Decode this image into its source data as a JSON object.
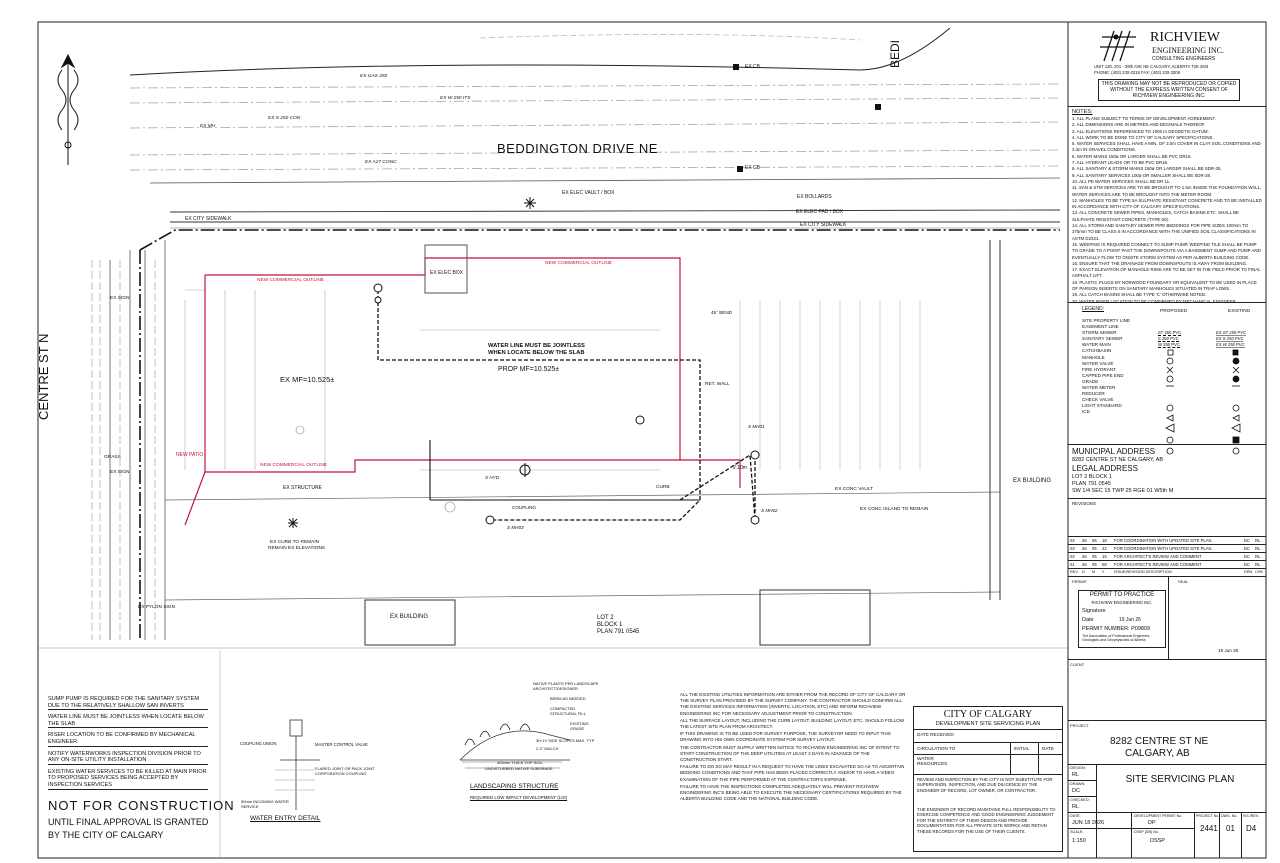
{
  "drawing": {
    "streets": {
      "beddington": "BEDDINGTON DRIVE NE",
      "centre": "CENTRE ST N",
      "bedi": "BEDI"
    },
    "labels": {
      "ex_mf": "EX MF=10.525±",
      "prop_mf": "PROP MF=10.525±",
      "jointless_1": "WATER LINE MUST BE JOINTLESS",
      "jointless_2": "WHEN LOCATE BELOW THE SLAB",
      "new_commercial_outline": "NEW COMMERCIAL OUTLINE",
      "new_patio": "NEW PATIO",
      "ex_elec_box": "EX ELEC BOX",
      "ex_city_sidewalk": "EX CITY SIDEWALK",
      "ex_elec_vault": "EX ELEC VAULT / BOX",
      "ex_bollards": "EX BOLLARDS",
      "ex_elec_pad": "EX ELEC PAD / BOX",
      "ex_building_1": "EX BUILDING",
      "ex_building_2": "EX BUILDING",
      "ex_structure": "EX STRUCTURE",
      "ex_sign": "EX SIGN",
      "ex_pylon": "EX PYLON SIGN",
      "curb_remain": "EX CURB TO REMAIN",
      "remain_elev": "REMAIN EX ELEVATIONS",
      "ex_conc_vault": "EX CONC VAULT",
      "ex_conc_island": "EX CONC ISLAND TO REMAIN",
      "ex_gas": "EX GAS 250",
      "ex_w250": "EX W 250 ITS",
      "ex_s250": "EX S 250 CON",
      "ex_a27": "EX A27 CONC",
      "ex_mh": "EX MH",
      "lot_1": "LOT 2",
      "lot_2": "BLOCK 1",
      "lot_3": "PLAN 791 0545",
      "grass": "GRASS",
      "ret_wall": "RET. WALL",
      "curb": "CURB",
      "coupling": "COUPLING",
      "bend": "45° BEND",
      "ex_cb": "EX CB",
      "s_mh01": "S MH01",
      "s_mh02": "S MH02",
      "s_mh03": "S MH03",
      "s_hyd": "S HYD",
      "ex_cb_elev": "EX CB",
      "dim": "2.10m"
    },
    "keynotes": [
      "SUMP PUMP IS REQUIRED FOR THE SANITARY SYSTEM DUE TO THE RELATIVELY SHALLOW SAN INVERTS",
      "WATER LINE MUST BE JOINTLESS WHEN LOCATE BELOW THE SLAB",
      "RISER LOCATION TO BE CONFIRMED BY MECHANICAL ENGINEER",
      "NOTIFY WATERWORKS INSPECTION DIVISION PRIOR TO ANY ON-SITE UTILITY INSTALLATION",
      "EXISTING WATER SERVICES TO BE KILLED AT MAIN PRIOR TO PROPOSED SERVICES BEING ACCEPTED BY INSPECTION SERVICES"
    ],
    "not_for_construction": "NOT FOR CONSTRUCTION",
    "approval_1": "UNTIL FINAL APPROVAL IS GRANTED",
    "approval_2": "BY THE CITY OF CALGARY",
    "details": {
      "water_entry": "WATER ENTRY DETAIL",
      "landscaping": "LANDSCAPING STRUCTURE",
      "coupling_union": "COUPLING UNION",
      "master_control": "MASTER CONTROL VALVE",
      "flared_joint": "FLARED JOINT OR PACK JOINT CORPORATION COUPLING",
      "incoming": "50mm INCOMING WATER SERVICE",
      "native_plants": "NATIVE PLANTS PER LANDSCAPE ARCHITECT/DESIGNER",
      "berm": "BERM AS NEEDED",
      "compacted": "COMPACTED STRUCTURAL FILL",
      "existing_grade": "EXISTING GRADE",
      "side_slopes": "3H:1V SIDE SLOPES MAX. TYP",
      "mulch": "2-3\" MULCH",
      "topsoil": "300mm THICK TOP SOIL",
      "subgrade": "UNDISTURBED NATIVE SUBGRADE",
      "req": "REQUIRED LOW IMPACT DEVELOPMENT (LID)"
    },
    "general_notes": [
      "ALL THE EXISTING UTILITIES INFORMATION ARE EITHER FROM THE RECORD OF CITY OF CALGARY OR THE SURVEY PLAN PROVIDED BY THE SURVEY COMPANY. THE CONTRACTOR SHOULD CONFIRM ALL THE EXISTING SERVICES INFORMATION (INVERTS, LOCATION, ETC) AND INFORM RICHVIEW ENGINEERING INC FOR NECESSARY ADJUSTMENT PRIOR TO CONSTRUCTION.",
      "ALL THE SURFACE LAYOUT, INCLUDING THE CURB LAYOUT, BUILDING LAYOUT, ETC. SHOULD FOLLOW THE LATEST SITE PLAN FROM ARCHITECT.",
      "IF THIS DRAWING IS TO BE USED FOR SURVEY PURPOSE, THE SURVEYOR NEED TO INPUT THIS DRAWING INTO HIS OWN COORDINATE SYSTEM FOR SURVEY LAYOUT.",
      "THE CONTRACTOR MUST SUPPLY WRITTEN NOTICE TO RICHVIEW ENGINEERING INC OF INTENT TO START CONSTRUCTION OF THE DEEP UTILITIES AT LEAST 3 DAYS IN ADVANCE OF THE CONSTRUCTION START.",
      "FAILURE TO DO SO MAY RESULT IN A REQUEST TO HAVE THE LINES EXCAVATED SO AS TO ASCERTAIN BEDDING CONDITIONS AND THAT PIPE HAS BEEN PLACED CORRECTLY AND/OR TO HAVE A VIDEO EXAMINATION OF THE PIPE PERFORMED AT THE CONTRACTOR'S EXPENSE.",
      "FAILURE TO HAVE THE INSPECTIONS COMPLETED ADEQUATELY WILL PREVENT RICHVIEW ENGINEERING INC'S BEING ABLE TO EXECUTE THE NECESSARY CERTIFICATIONS REQUIRED BY THE ALBERTA BUILDING CODE AND THE NATIONAL BUILDING CODE."
    ],
    "city_box": {
      "title": "CITY OF CALGARY",
      "subtitle": "DEVELOPMENT SITE SERVICING PLAN",
      "date_received": "DATE RECEIVED",
      "circulation_to": "CIRCULATION TO",
      "initial": "INITIAL",
      "date": "DATE",
      "water_resources": "WATER RESOURCES",
      "review_text": "REVIEW AND INSPECTION BY THE CITY IS NOT SUBSTITUTE FOR SUPERVISION, INSPECTION, AND DUE DILIGENCE BY THE ENGINEER OF RECORD, LOT OWNER, OR CONTRACTOR.",
      "engineer_text": "THE ENGINEER OF RECORD MAINTAINS FULL RESPONSIBILITY TO EXERCISE COMPETENCE AND GOOD ENGINEERING JUDGEMENT FOR THE ENTIRETY OF THEIR DESIGN AND PROVIDE DOCUMENTATION FOR ALL PRIVATE SITE WORKS AND RETAIN THESE RECORDS FOR THE USE OF THEIR CLIENTS."
    }
  },
  "title_block": {
    "company": "RICHVIEW",
    "company_sub": "ENGINEERING INC.",
    "consulting": "CONSULTING ENGINEERS",
    "address": "UNIT 130, 201 - 39th AVE NE CALGARY, ALBERTA T2E 2M3",
    "phone": "PHONE: (403) 230-3318 FAX: (403) 230-3308",
    "disclaimer": "THIS DRAWING MAY NOT BE REPRODUCED OR COPIED WITHOUT THE EXPRESS WRITTEN CONSENT OF RICHVIEW ENGINEERING INC.",
    "notes_title": "NOTES:",
    "notes": [
      "1. ALL PLANS SUBJECT TO TERMS OF DEVELOPMENT AGREEMENT.",
      "2. ALL DIMENSIONS ARE IN METRES AND DECIMALS THEREOF.",
      "3. ALL ELEVATIONS REFERENCED TO 1000 m GEODETIC DATUM.",
      "4. ALL WORK TO BE DONE TO CITY OF CALGARY SPECIFICATIONS.",
      "5. WATER SERVICES SHALL HAVE A MIN. OF 3.0m COVER IN CLAY SOIL CONDITIONS AND 3.3m IN GRAVEL CONDITIONS.",
      "6. WATER MAINS 150ø OR LARGER SHALL BE PVC DR18.",
      "7. ALL HYDRANT LEADS OR TO BE PVC DR18.",
      "8. ALL SANITARY & STORM MAINS 150ø OR LARGER SHALL BE SDR-35.",
      "9. ALL SANITARY SERVICES 100ø OR SMALLER SHALL BE SDR-28.",
      "10. ALL PE WATER SERVICES SHALL BE DR 11.",
      "11. SAN & STM SERVICES ARE TO BE BROUGHT TO 1.5m INSIDE THE FOUNDATION WALL, WATER SERVICES ARE TO BE BROUGHT INTO THE METER ROOM.",
      "12. MANHOLES TO BE TYPE 5A SULPHATE RESISTANT CONCRETE AND TO BE INSTALLED IN ACCORDANCE WITH CITY OF CALGARY SPECIFICATIONS.",
      "13. ALL CONCRETE SEWER PIPES, MANHOLES, CATCH BASINS ETC. SHALL BE SULPHATE RESISTANT CONCRETE (TYPE 50).",
      "14. ALL STORM AND SANITARY SEWER PIPE BEDDINGS FOR PIPE SIZES 100mm TO 375mm TO BE CLASS II IN ACCORDANCE WITH THE UNIFIED SOIL CLASSIFICATIONS IN ASTM D2321.",
      "15. WEEPING IS REQUIRED CONNECT TO SUMP PUMP, WEEPING TILE SHALL BE PUMP TO GRADE TO A POINT PAST THE DOWNSPOUTS VIA A BASEMENT SUMP AND PUMP AND EVENTUALLY FLOW TO ONSITE STORM SYSTEM AS PER ALBERTA BUILDING CODE.",
      "16. ENSURE THAT THE DRAINAGE FROM DOWNSPOUTS IS AWAY FROM BUILDING.",
      "17. EXACT ELEVATION OF MANHOLE RIMS ARE TO BE SET IN THE FIELD PRIOR TO FINAL ASPHALT LIFT.",
      "18. PLASTIC PLUGS BY NORWOOD FOUNDARY OR EQUIVALENT TO BE USED IN PLACE OF PARSON INSERTS ON SANITARY MANHOLES SITUATED IN TRAP LOWS.",
      "19. ALL CATCH BASINS SHALL BE TYPE 'C' OTHERWISE NOTED.",
      "20. WATER RISER LOCATION TO BE CONFIRMED BY MECHANICAL ENGINEER"
    ],
    "legend": {
      "title": "LEGEND:",
      "proposed": "PROPOSED",
      "existing": "EXISTING",
      "items": [
        "SITE PROPERTY LINE",
        "EASEMENT LINE",
        "STORM SEWER",
        "SANITARY SEWER",
        "WATER MAIN",
        "CATCHBASIN",
        "MANHOLE",
        "WATER VALVE",
        "FIRE HYDRANT",
        "CAPPED PIPE END",
        "GRADE",
        "WATER METER",
        "REDUCER",
        "CHECK VALVE",
        "LIGHT STANDARD",
        "ICD"
      ],
      "storm_prop": "ST 250 PVC",
      "storm_ex": "EX ST 250 PVC",
      "san_prop": "S 250 PVC",
      "san_ex": "EX S 250 PVC",
      "wat_prop": "W 250 PVC",
      "wat_ex": "EX W 250 PVC"
    },
    "municipal_title": "MUNICIPAL ADDRESS",
    "municipal": "8282 CENTRE ST NE CALGARY, AB",
    "legal_title": "LEGAL ADDRESS",
    "legal_1": "LOT 2 BLOCK 1",
    "legal_2": "PLAN 791 0545",
    "legal_3": "SW 1/4 SEC 15 TWP 25 RGE 01 W5th M",
    "revisions_title": "REVISIONS",
    "revisions": [
      {
        "no": "04",
        "d": "26",
        "m": "06",
        "y": "18",
        "desc": "FOR COORDINATION WITH UPDATED SITE PLAN",
        "by": "DC",
        "chk": "RL"
      },
      {
        "no": "03",
        "d": "26",
        "m": "05",
        "y": "22",
        "desc": "FOR COORDINATION WITH UPDATED SITE PLAN",
        "by": "DC",
        "chk": "RL"
      },
      {
        "no": "02",
        "d": "26",
        "m": "05",
        "y": "15",
        "desc": "FOR ARCHITECT'S REVIEW AND COMMENT",
        "by": "DC",
        "chk": "RL"
      },
      {
        "no": "01",
        "d": "26",
        "m": "05",
        "y": "08",
        "desc": "FOR ARCHITECT'S REVIEW AND COMMENT",
        "by": "DC",
        "chk": "RL"
      }
    ],
    "rev_header": {
      "no": "REV.",
      "d": "D",
      "m": "M",
      "y": "Y",
      "desc": "ISSUE/REVISION DESCRIPTION",
      "by": "DRN",
      "chk": "CHK"
    },
    "permit_label": "PERMIT",
    "seal_label": "SEAL",
    "permit_to_practice": "PERMIT TO PRACTICE",
    "permit_company": "RICHVIEW ENGINEERING INC.",
    "signature_label": "Signature",
    "date_label": "Date",
    "permit_date": "19 Jun 26",
    "permit_number": "PERMIT NUMBER: P09809",
    "apegga": "The Association of Professional Engineers, Geologists and Geophysicists of Alberta",
    "seal_date": "19 Jun 26",
    "client_label": "CLIENT",
    "project_label": "PROJECT",
    "project": "8282 CENTRE ST NE",
    "project_city": "CALGARY, AB",
    "design_label": "DESIGN:",
    "design": "RL",
    "drawn_label": "DRAWN:",
    "drawn": "DC",
    "checked_label": "CHECKED:",
    "checked": "RL",
    "date_hdr": "DATE:",
    "date": "JUN 18 2026",
    "scale_label": "SCALE:",
    "scale": "1:150",
    "sheet_title": "SITE SERVICING PLAN",
    "dev_permit_label": "DEVELOPMENT PERMIT No.",
    "dev_permit": "DP",
    "dssp_label": "DSSP (DB) No.",
    "dssp": "DSSP",
    "project_no_label": "PROJECT No.",
    "project_no": "2441",
    "dwg_no_label": "DWG. No.",
    "dwg_no": "01",
    "rev_label": "ISS./REV.",
    "rev": "D4"
  }
}
